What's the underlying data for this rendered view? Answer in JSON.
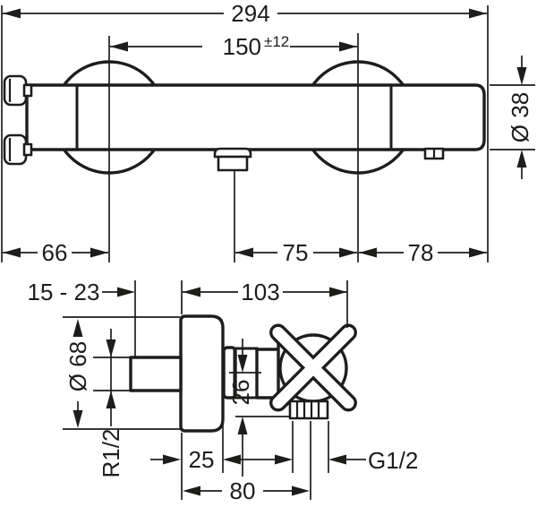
{
  "drawing": {
    "background": "#ffffff",
    "line_color": "#1d1d1b",
    "top_view": {
      "total_width": "294",
      "connection_distance": "150",
      "connection_tolerance": "±12",
      "body_diameter": "Ø 38",
      "left_section": "66",
      "outlet_to_handle": "75",
      "handle_section": "78"
    },
    "side_view": {
      "wall_clearance": "15 - 23",
      "total_projection": "103",
      "escutcheon_diameter": "Ø 68",
      "inlet_thread": "R1/2",
      "outlet_axis_offset": "26",
      "escutcheon_depth": "25",
      "outlet_thread": "G1/2",
      "outlet_projection": "80"
    }
  }
}
